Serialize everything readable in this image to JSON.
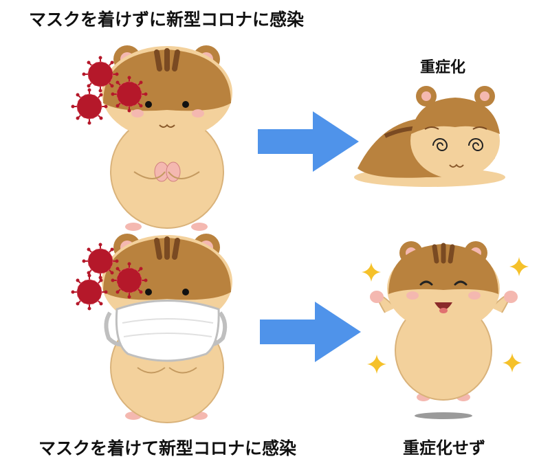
{
  "labels": {
    "scenario_no_mask": "マスクを着けずに新型コロナに感染",
    "scenario_mask": "マスクを着けて新型コロナに感染",
    "outcome_severe": "重症化",
    "outcome_not_severe": "重症化せず"
  },
  "colors": {
    "fur_light": "#f3d19c",
    "fur_dark": "#b9823e",
    "stripe": "#7a4a22",
    "outline": "#8a5a2b",
    "pink": "#f4b8b0",
    "virus": "#b5182a",
    "arrow": "#4f93ea",
    "mask": "#ffffff",
    "mask_outline": "#bfbfbf",
    "sparkle": "#f5c12a"
  }
}
